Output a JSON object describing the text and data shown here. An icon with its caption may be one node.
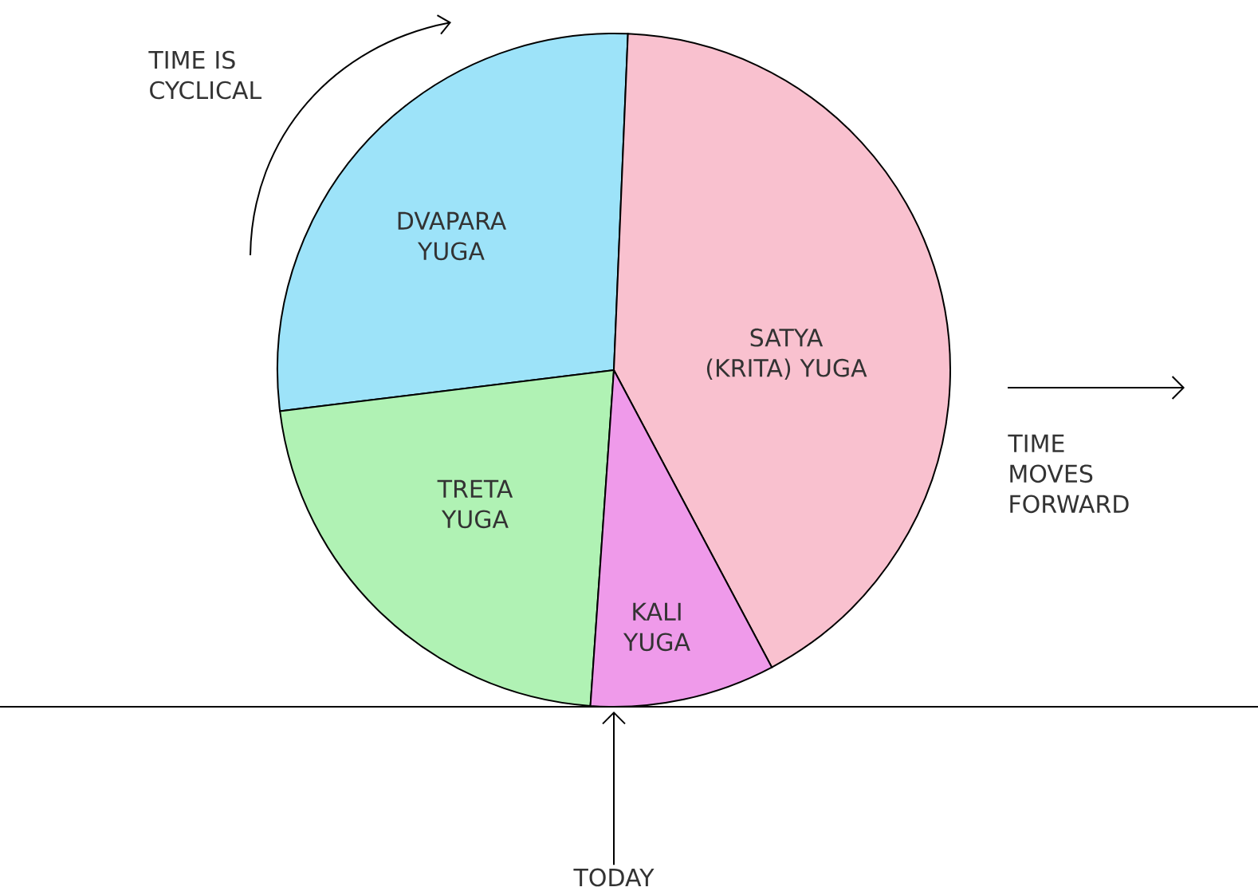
{
  "diagram": {
    "nodes": [
      {
        "text": [
          "DVAPARA YUGA"
        ]
      },
      {
        "text": [
          "SATYA (KRITA) YUGA"
        ]
      },
      {
        "text": [
          "TRETA YUGA"
        ]
      },
      {
        "text": [
          "KALI YUGA"
        ]
      },
      {
        "text": [
          "TODAY"
        ]
      }
    ],
    "edges": [
      {
        "from": 4,
        "to": 3,
        "arrow": "to"
      }
    ],
    "labels": [
      "TIME IS CYCLICAL",
      "TIME MOVES FORWARD"
    ]
  }
}
